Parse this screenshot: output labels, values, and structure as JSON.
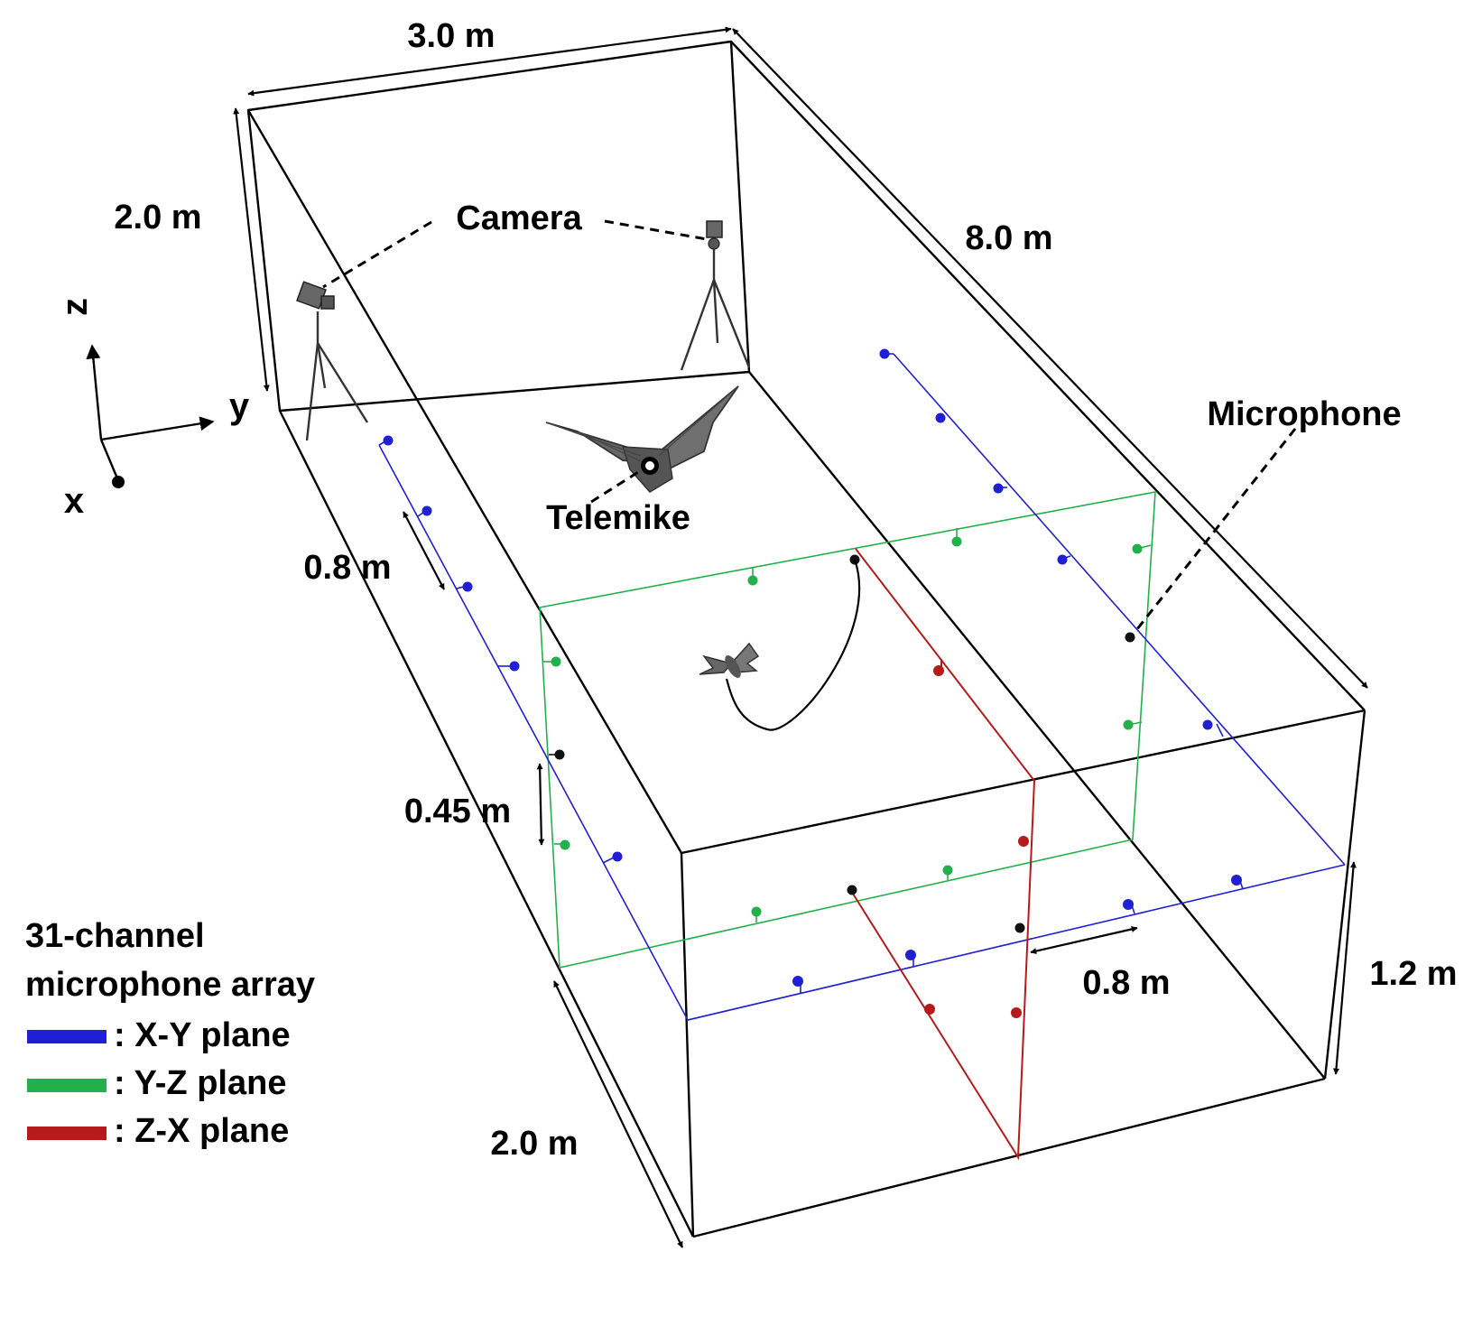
{
  "labels": {
    "width_dim": "3.0 m",
    "height_dim_left": "2.0 m",
    "length_dim": "8.0 m",
    "camera": "Camera",
    "microphone": "Microphone",
    "telemike": "Telemike",
    "spacing_left": "0.8 m",
    "spacing_vertical": "0.45 m",
    "spacing_front": "0.8 m",
    "height_dim_right": "1.2 m",
    "depth_dim_front": "2.0 m"
  },
  "axes": {
    "z": "z",
    "y": "y",
    "x": "x"
  },
  "legend": {
    "title_line1": "31-channel",
    "title_line2": "microphone array",
    "items": [
      {
        "label": ": X-Y plane",
        "color": "#1f1fd6"
      },
      {
        "label": ": Y-Z plane",
        "color": "#22b04a"
      },
      {
        "label": ": Z-X plane",
        "color": "#b51b1b"
      }
    ]
  },
  "colors": {
    "xy_plane": "#1f1fd6",
    "yz_plane": "#22b04a",
    "zx_plane": "#b51b1b",
    "microphone": "#111111"
  }
}
